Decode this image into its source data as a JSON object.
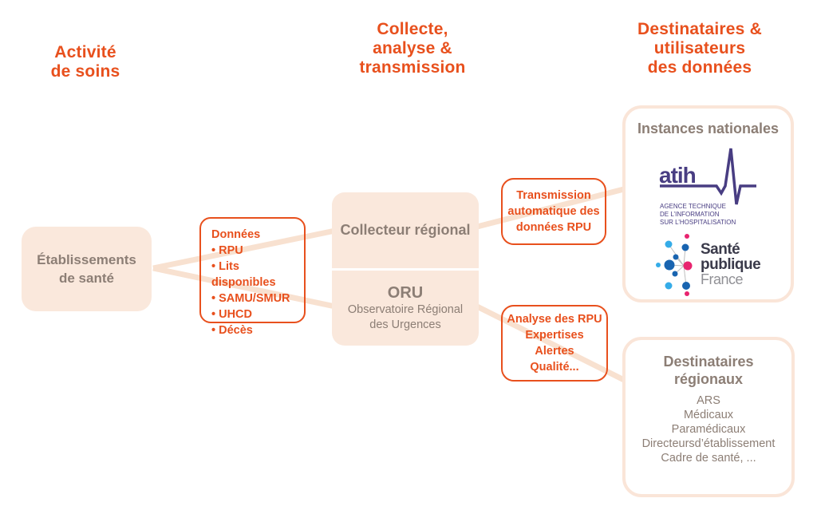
{
  "palette": {
    "orange": "#E8501D",
    "peach_fill": "#FAE8DC",
    "connector": "#F8E1D0",
    "card_border": "#FAE5D8",
    "gray_text": "#8C7E75",
    "atih_purple": "#483D82",
    "spf_dark": "#3A3A4A",
    "spf_gray": "#909095",
    "spf_blue": "#1964B0",
    "spf_cyan": "#35ACE8",
    "spf_magenta": "#E8246F"
  },
  "headers": {
    "activite": {
      "line1": "Activité",
      "line2": "de soins"
    },
    "collecte": {
      "line1": "Collecte,",
      "line2": "analyse &",
      "line3": "transmission"
    },
    "destinataires": {
      "line1": "Destinataires &",
      "line2": "utilisateurs",
      "line3": "des données"
    }
  },
  "flow": {
    "etablissements": {
      "line1": "Établissements",
      "line2": "de santé"
    },
    "donnees": {
      "title": "Données",
      "items": [
        "• RPU",
        "• Lits disponibles",
        "• SAMU/SMUR",
        "• UHCD",
        "• Décès"
      ]
    },
    "collecteur": {
      "label": "Collecteur régional"
    },
    "oru": {
      "title": "ORU",
      "sub1": "Observatoire Régional",
      "sub2": "des Urgences"
    },
    "transmission": {
      "line1": "Transmission",
      "line2": "automatique des",
      "line3": "données RPU"
    },
    "analyse": {
      "line1": "Analyse des RPU",
      "line2": "Expertises",
      "line3": "Alertes",
      "line4": "Qualité..."
    }
  },
  "instances": {
    "title": "Instances nationales",
    "atih": {
      "wordmark": "atih",
      "caption1": "AGENCE TECHNIQUE",
      "caption2": "DE L’INFORMATION",
      "caption3": "SUR L’HOSPITALISATION"
    },
    "spf": {
      "line1": "Santé",
      "line2": "publique",
      "line3": "France"
    }
  },
  "destinataires_regionaux": {
    "title_line1": "Destinataires",
    "title_line2": "régionaux",
    "items": [
      "ARS",
      "Médicaux",
      "Paramédicaux",
      "Directeursd’établissement",
      "Cadre de santé, ..."
    ]
  }
}
